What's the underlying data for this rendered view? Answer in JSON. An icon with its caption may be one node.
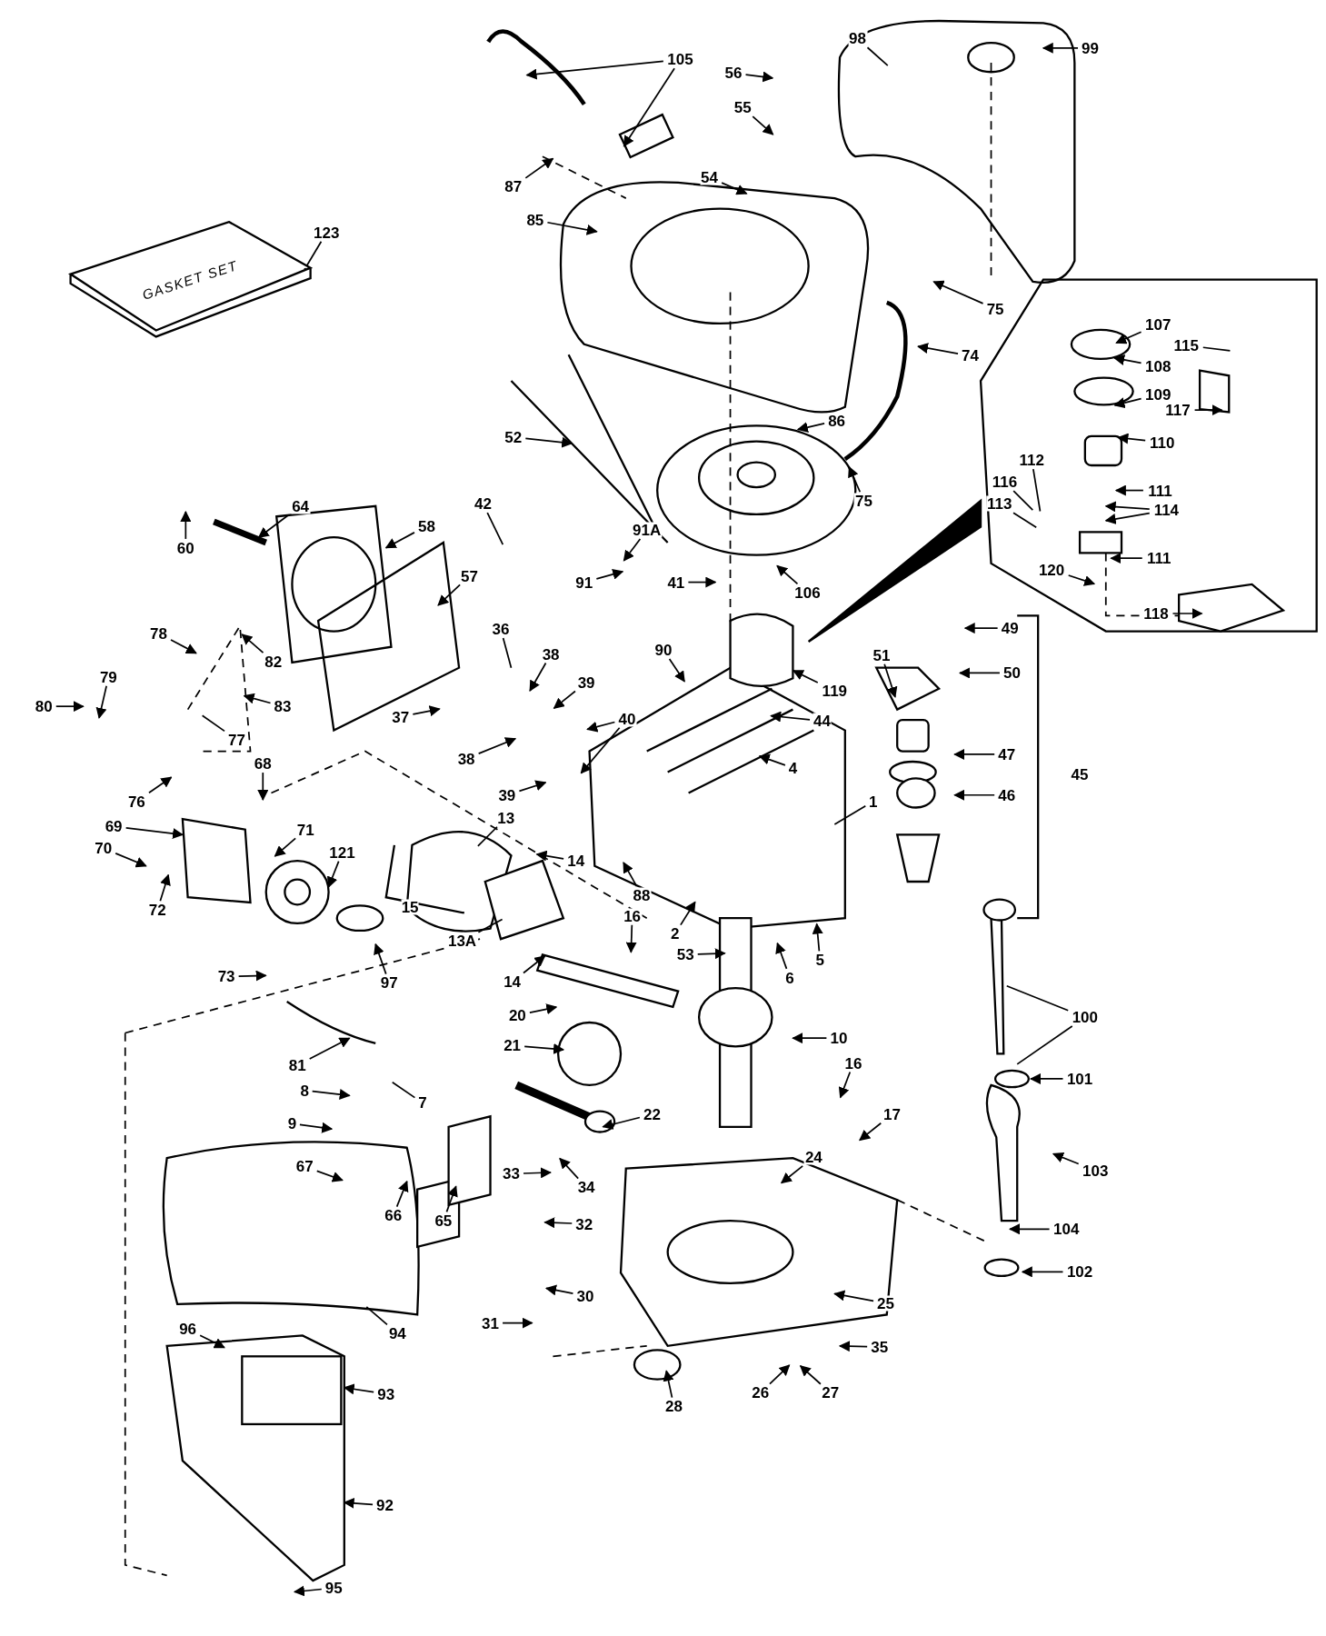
{
  "diagram": {
    "nodes": [
      {
        "text": [
          "105"
        ]
      },
      {
        "text": [
          "98"
        ]
      },
      {
        "text": [
          "99"
        ]
      },
      {
        "text": [
          "56"
        ]
      },
      {
        "text": [
          "55"
        ]
      },
      {
        "text": [
          "54"
        ]
      },
      {
        "text": [
          "87"
        ]
      },
      {
        "text": [
          "85"
        ]
      },
      {
        "text": [
          "123"
        ]
      },
      {
        "text": [
          "75"
        ]
      },
      {
        "text": [
          "74"
        ]
      },
      {
        "text": [
          "107"
        ]
      },
      {
        "text": [
          "115"
        ]
      },
      {
        "text": [
          "108"
        ]
      },
      {
        "text": [
          "109"
        ]
      },
      {
        "text": [
          "117"
        ]
      },
      {
        "text": [
          "110"
        ]
      },
      {
        "text": [
          "111"
        ]
      },
      {
        "text": [
          "112"
        ]
      },
      {
        "text": [
          "116"
        ]
      },
      {
        "text": [
          "113"
        ]
      },
      {
        "text": [
          "114"
        ]
      },
      {
        "text": [
          "111"
        ]
      },
      {
        "text": [
          "120"
        ]
      },
      {
        "text": [
          "118"
        ]
      },
      {
        "text": [
          "52"
        ]
      },
      {
        "text": [
          "86"
        ]
      },
      {
        "text": [
          "75"
        ]
      },
      {
        "text": [
          "106"
        ]
      },
      {
        "text": [
          "42"
        ]
      },
      {
        "text": [
          "91A"
        ]
      },
      {
        "text": [
          "91"
        ]
      },
      {
        "text": [
          "41"
        ]
      },
      {
        "text": [
          "64"
        ]
      },
      {
        "text": [
          "58"
        ]
      },
      {
        "text": [
          "60"
        ]
      },
      {
        "text": [
          "57"
        ]
      },
      {
        "text": [
          "82"
        ]
      },
      {
        "text": [
          "83"
        ]
      },
      {
        "text": [
          "36"
        ]
      },
      {
        "text": [
          "38"
        ]
      },
      {
        "text": [
          "39"
        ]
      },
      {
        "text": [
          "90"
        ]
      },
      {
        "text": [
          "49"
        ]
      },
      {
        "text": [
          "51"
        ]
      },
      {
        "text": [
          "50"
        ]
      },
      {
        "text": [
          "119"
        ]
      },
      {
        "text": [
          "78"
        ]
      },
      {
        "text": [
          "79"
        ]
      },
      {
        "text": [
          "80"
        ]
      },
      {
        "text": [
          "77"
        ]
      },
      {
        "text": [
          "76"
        ]
      },
      {
        "text": [
          "68"
        ]
      },
      {
        "text": [
          "37"
        ]
      },
      {
        "text": [
          "40"
        ]
      },
      {
        "text": [
          "44"
        ]
      },
      {
        "text": [
          "47"
        ]
      },
      {
        "text": [
          "38"
        ]
      },
      {
        "text": [
          "4"
        ]
      },
      {
        "text": [
          "46"
        ]
      },
      {
        "text": [
          "39"
        ]
      },
      {
        "text": [
          "1"
        ]
      },
      {
        "text": [
          "69"
        ]
      },
      {
        "text": [
          "13"
        ]
      },
      {
        "text": [
          "70"
        ]
      },
      {
        "text": [
          "71"
        ]
      },
      {
        "text": [
          "121"
        ]
      },
      {
        "text": [
          "14"
        ]
      },
      {
        "text": [
          "72"
        ]
      },
      {
        "text": [
          "88"
        ]
      },
      {
        "text": [
          "2"
        ]
      },
      {
        "text": [
          "16"
        ]
      },
      {
        "text": [
          "5"
        ]
      },
      {
        "text": [
          "13A"
        ]
      },
      {
        "text": [
          "53"
        ]
      },
      {
        "text": [
          "6"
        ]
      },
      {
        "text": [
          "14"
        ]
      },
      {
        "text": [
          "73"
        ]
      },
      {
        "text": [
          "97"
        ]
      },
      {
        "text": [
          "20"
        ]
      },
      {
        "text": [
          "100"
        ]
      },
      {
        "text": [
          "10"
        ]
      },
      {
        "text": [
          "21"
        ]
      },
      {
        "text": [
          "81"
        ]
      },
      {
        "text": [
          "16"
        ]
      },
      {
        "text": [
          "101"
        ]
      },
      {
        "text": [
          "8"
        ]
      },
      {
        "text": [
          "7"
        ]
      },
      {
        "text": [
          "22"
        ]
      },
      {
        "text": [
          "17"
        ]
      },
      {
        "text": [
          "9"
        ]
      },
      {
        "text": [
          "103"
        ]
      },
      {
        "text": [
          "67"
        ]
      },
      {
        "text": [
          "24"
        ]
      },
      {
        "text": [
          "33"
        ]
      },
      {
        "text": [
          "34"
        ]
      },
      {
        "text": [
          "66"
        ]
      },
      {
        "text": [
          "65"
        ]
      },
      {
        "text": [
          "32"
        ]
      },
      {
        "text": [
          "104"
        ]
      },
      {
        "text": [
          "102"
        ]
      },
      {
        "text": [
          "25"
        ]
      },
      {
        "text": [
          "30"
        ]
      },
      {
        "text": [
          "94"
        ]
      },
      {
        "text": [
          "31"
        ]
      },
      {
        "text": [
          "96"
        ]
      },
      {
        "text": [
          "35"
        ]
      },
      {
        "text": [
          "93"
        ]
      },
      {
        "text": [
          "28"
        ]
      },
      {
        "text": [
          "26"
        ]
      },
      {
        "text": [
          "27"
        ]
      },
      {
        "text": [
          "92"
        ]
      },
      {
        "text": [
          "95"
        ]
      },
      {
        "text": [
          "GASKET SET"
        ]
      }
    ],
    "edges": [
      {
        "from": 0,
        "to": null,
        "arrow": "to"
      },
      {
        "from": 0,
        "to": null,
        "arrow": "to"
      },
      {
        "from": 1,
        "to": null,
        "arrow": "none"
      },
      {
        "from": 2,
        "to": null,
        "arrow": "to"
      },
      {
        "from": 3,
        "to": null,
        "arrow": "to"
      },
      {
        "from": 4,
        "to": null,
        "arrow": "to"
      },
      {
        "from": 5,
        "to": null,
        "arrow": "to"
      },
      {
        "from": 6,
        "to": null,
        "arrow": "to"
      },
      {
        "from": 7,
        "to": null,
        "arrow": "to"
      },
      {
        "from": 8,
        "to": 113,
        "arrow": "none"
      },
      {
        "from": 9,
        "to": null,
        "arrow": "to"
      },
      {
        "from": 10,
        "to": null,
        "arrow": "to"
      },
      {
        "from": 11,
        "to": null,
        "arrow": "to"
      },
      {
        "from": 12,
        "to": null,
        "arrow": "none"
      },
      {
        "from": 13,
        "to": null,
        "arrow": "to"
      },
      {
        "from": 14,
        "to": null,
        "arrow": "to"
      },
      {
        "from": 15,
        "to": null,
        "arrow": "to"
      },
      {
        "from": 16,
        "to": null,
        "arrow": "to"
      },
      {
        "from": 17,
        "to": null,
        "arrow": "to"
      },
      {
        "from": 18,
        "to": null,
        "arrow": "none"
      },
      {
        "from": 19,
        "to": null,
        "arrow": "none"
      },
      {
        "from": 20,
        "to": null,
        "arrow": "none"
      },
      {
        "from": 21,
        "to": null,
        "arrow": "to"
      },
      {
        "from": 21,
        "to": null,
        "arrow": "to"
      },
      {
        "from": 22,
        "to": null,
        "arrow": "to"
      },
      {
        "from": 23,
        "to": null,
        "arrow": "to"
      },
      {
        "from": 24,
        "to": null,
        "arrow": "to"
      },
      {
        "from": 25,
        "to": null,
        "arrow": "to"
      },
      {
        "from": 26,
        "to": null,
        "arrow": "to"
      },
      {
        "from": 27,
        "to": null,
        "arrow": "to"
      },
      {
        "from": 28,
        "to": null,
        "arrow": "to"
      },
      {
        "from": 29,
        "to": null,
        "arrow": "none"
      },
      {
        "from": 30,
        "to": null,
        "arrow": "to"
      },
      {
        "from": 31,
        "to": null,
        "arrow": "to"
      },
      {
        "from": 32,
        "to": null,
        "arrow": "to"
      },
      {
        "from": 33,
        "to": null,
        "arrow": "to"
      },
      {
        "from": 34,
        "to": null,
        "arrow": "to"
      },
      {
        "from": 35,
        "to": null,
        "arrow": "to"
      },
      {
        "from": 36,
        "to": null,
        "arrow": "to"
      },
      {
        "from": 37,
        "to": null,
        "arrow": "to"
      },
      {
        "from": 38,
        "to": null,
        "arrow": "to"
      },
      {
        "from": 39,
        "to": null,
        "arrow": "none"
      },
      {
        "from": 40,
        "to": null,
        "arrow": "to"
      },
      {
        "from": 41,
        "to": null,
        "arrow": "to"
      },
      {
        "from": 42,
        "to": null,
        "arrow": "to"
      },
      {
        "from": 43,
        "to": null,
        "arrow": "to"
      },
      {
        "from": 44,
        "to": null,
        "arrow": "to"
      },
      {
        "from": 45,
        "to": null,
        "arrow": "to"
      },
      {
        "from": 46,
        "to": null,
        "arrow": "to"
      },
      {
        "from": 47,
        "to": null,
        "arrow": "to"
      },
      {
        "from": 48,
        "to": null,
        "arrow": "to"
      },
      {
        "from": 49,
        "to": null,
        "arrow": "to"
      },
      {
        "from": 50,
        "to": null,
        "arrow": "none"
      },
      {
        "from": 51,
        "to": null,
        "arrow": "to"
      },
      {
        "from": 52,
        "to": null,
        "arrow": "to"
      },
      {
        "from": 53,
        "to": null,
        "arrow": "to"
      },
      {
        "from": 54,
        "to": null,
        "arrow": "to"
      },
      {
        "from": 54,
        "to": null,
        "arrow": "to"
      },
      {
        "from": 55,
        "to": null,
        "arrow": "to"
      },
      {
        "from": 56,
        "to": null,
        "arrow": "to"
      },
      {
        "from": 57,
        "to": null,
        "arrow": "to"
      },
      {
        "from": 58,
        "to": null,
        "arrow": "to"
      },
      {
        "from": 59,
        "to": null,
        "arrow": "to"
      },
      {
        "from": 60,
        "to": null,
        "arrow": "to"
      },
      {
        "from": 61,
        "to": null,
        "arrow": "none"
      },
      {
        "from": 62,
        "to": null,
        "arrow": "to"
      },
      {
        "from": 63,
        "to": null,
        "arrow": "none"
      },
      {
        "from": 64,
        "to": null,
        "arrow": "to"
      },
      {
        "from": 65,
        "to": null,
        "arrow": "to"
      },
      {
        "from": 66,
        "to": null,
        "arrow": "to"
      },
      {
        "from": 67,
        "to": null,
        "arrow": "to"
      },
      {
        "from": 68,
        "to": null,
        "arrow": "to"
      },
      {
        "from": 69,
        "to": null,
        "arrow": "to"
      },
      {
        "from": 70,
        "to": null,
        "arrow": "to"
      },
      {
        "from": 71,
        "to": null,
        "arrow": "to"
      },
      {
        "from": 72,
        "to": null,
        "arrow": "to"
      },
      {
        "from": 73,
        "to": null,
        "arrow": "none"
      },
      {
        "from": 74,
        "to": null,
        "arrow": "to"
      },
      {
        "from": 75,
        "to": null,
        "arrow": "to"
      },
      {
        "from": 76,
        "to": null,
        "arrow": "to"
      },
      {
        "from": 77,
        "to": null,
        "arrow": "to"
      },
      {
        "from": 78,
        "to": null,
        "arrow": "to"
      },
      {
        "from": 79,
        "to": null,
        "arrow": "to"
      },
      {
        "from": 80,
        "to": null,
        "arrow": "none"
      },
      {
        "from": 80,
        "to": null,
        "arrow": "none"
      },
      {
        "from": 81,
        "to": null,
        "arrow": "to"
      },
      {
        "from": 82,
        "to": null,
        "arrow": "to"
      },
      {
        "from": 83,
        "to": null,
        "arrow": "to"
      },
      {
        "from": 84,
        "to": null,
        "arrow": "to"
      },
      {
        "from": 85,
        "to": null,
        "arrow": "to"
      },
      {
        "from": 86,
        "to": null,
        "arrow": "to"
      },
      {
        "from": 87,
        "to": null,
        "arrow": "none"
      },
      {
        "from": 88,
        "to": null,
        "arrow": "to"
      },
      {
        "from": 89,
        "to": null,
        "arrow": "to"
      },
      {
        "from": 90,
        "to": null,
        "arrow": "to"
      },
      {
        "from": 91,
        "to": null,
        "arrow": "to"
      },
      {
        "from": 92,
        "to": null,
        "arrow": "to"
      },
      {
        "from": 93,
        "to": null,
        "arrow": "to"
      },
      {
        "from": 94,
        "to": null,
        "arrow": "to"
      },
      {
        "from": 95,
        "to": null,
        "arrow": "to"
      },
      {
        "from": 96,
        "to": null,
        "arrow": "to"
      },
      {
        "from": 97,
        "to": null,
        "arrow": "to"
      },
      {
        "from": 98,
        "to": null,
        "arrow": "to"
      },
      {
        "from": 99,
        "to": null,
        "arrow": "to"
      },
      {
        "from": 100,
        "to": null,
        "arrow": "to"
      },
      {
        "from": 101,
        "to": null,
        "arrow": "to"
      },
      {
        "from": 102,
        "to": null,
        "arrow": "to"
      },
      {
        "from": 103,
        "to": null,
        "arrow": "none"
      },
      {
        "from": 104,
        "to": null,
        "arrow": "to"
      },
      {
        "from": 105,
        "to": null,
        "arrow": "to"
      },
      {
        "from": 106,
        "to": null,
        "arrow": "to"
      },
      {
        "from": 107,
        "to": null,
        "arrow": "to"
      },
      {
        "from": 108,
        "to": null,
        "arrow": "to"
      },
      {
        "from": 109,
        "to": null,
        "arrow": "to"
      },
      {
        "from": 110,
        "to": null,
        "arrow": "to"
      },
      {
        "from": 111,
        "to": null,
        "arrow": "to"
      },
      {
        "from": 112,
        "to": null,
        "arrow": "to"
      }
    ],
    "labels": [
      "45",
      "15"
    ]
  }
}
